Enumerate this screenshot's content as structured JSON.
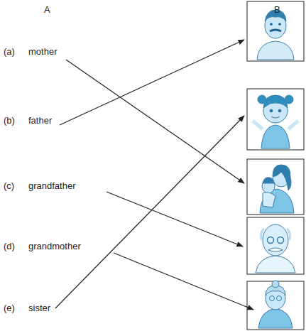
{
  "diagram": {
    "labels": [
      "A",
      "B",
      "(a)",
      "mother",
      "(b)",
      "father",
      "(c)",
      "grandfather",
      "(d)",
      "grandmother",
      "(e)",
      "sister"
    ]
  }
}
